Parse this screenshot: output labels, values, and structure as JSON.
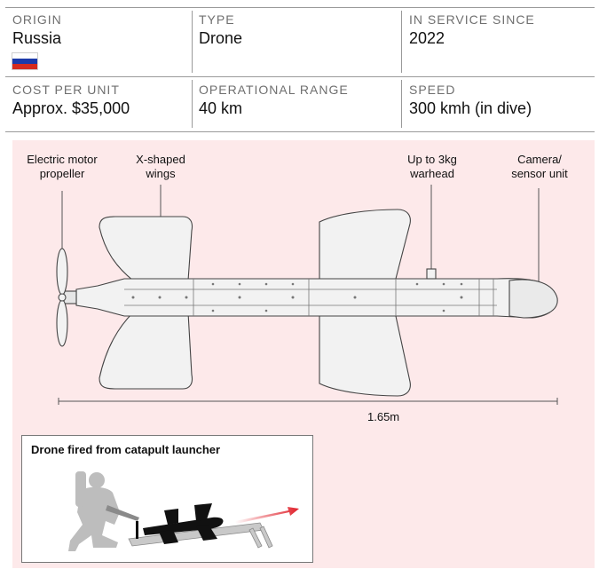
{
  "specs": [
    {
      "label": "ORIGIN",
      "value": "Russia"
    },
    {
      "label": "TYPE",
      "value": "Drone"
    },
    {
      "label": "IN SERVICE SINCE",
      "value": "2022"
    },
    {
      "label": "COST PER UNIT",
      "value": "Approx. $35,000"
    },
    {
      "label": "OPERATIONAL RANGE",
      "value": "40 km"
    },
    {
      "label": "SPEED",
      "value": "300 kmh (in dive)"
    }
  ],
  "flag": {
    "colors": [
      "#ffffff",
      "#1c3aa9",
      "#d52b1e"
    ]
  },
  "callouts": {
    "propeller": "Electric motor propeller",
    "wings": "X-shaped wings",
    "warhead": "Up to 3kg warhead",
    "camera": "Camera/ sensor unit"
  },
  "measurement": "1.65m",
  "inset": {
    "title": "Drone fired from catapult launcher"
  },
  "colors": {
    "panel": "#fde9ea",
    "arrow": "#e0202a",
    "drone_fill": "#f2f2f2",
    "soldier": "#bdbdbd"
  }
}
